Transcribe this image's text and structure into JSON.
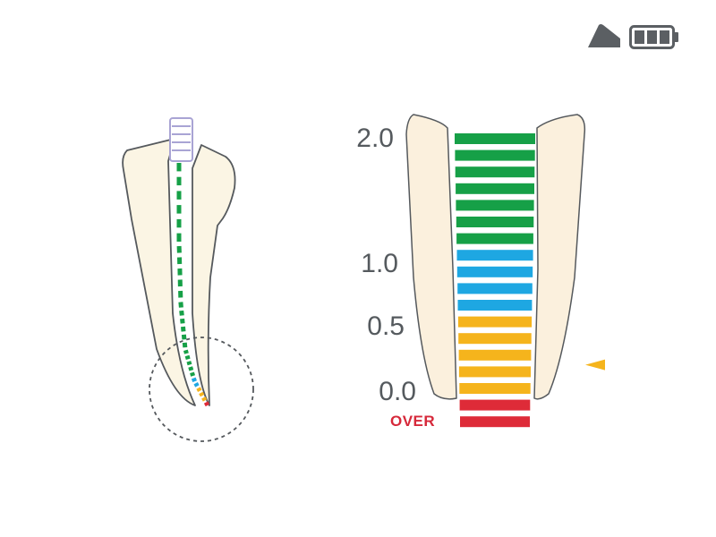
{
  "status_bar": {
    "signal_icon": "signal-strength-icon",
    "battery_icon": "battery-icon",
    "battery_level": 1.0
  },
  "apex_meter": {
    "scale_labels": [
      "2.0",
      "1.0",
      "0.5",
      "0.0"
    ],
    "over_label": "OVER",
    "colors": {
      "green": "#16a047",
      "blue": "#1ea7e2",
      "yellow": "#f5b41c",
      "red": "#de2b38"
    },
    "bar_counts": {
      "green": 7,
      "blue": 4,
      "yellow": 5,
      "red": 2
    },
    "indicator_level": 0.2
  },
  "tooth_diagram": {
    "file_handle_color": "#a9a4d4",
    "canal_segments": {
      "green": 22,
      "blue": 2,
      "yellow": 3,
      "red": 1
    }
  }
}
